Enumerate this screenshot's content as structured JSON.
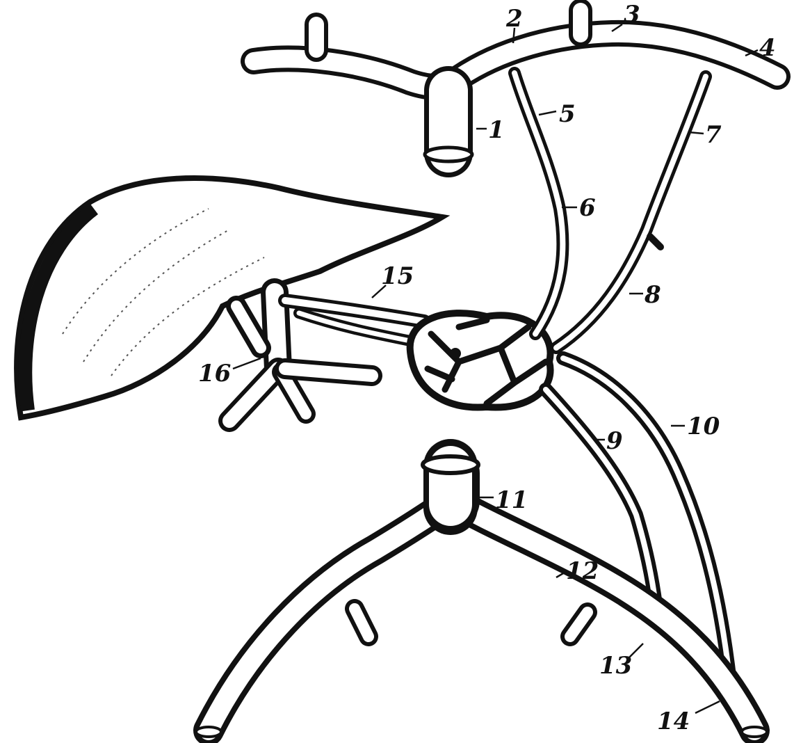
{
  "diagram": {
    "labels": {
      "l1": "1",
      "l2": "2",
      "l3": "3",
      "l4": "4",
      "l5": "5",
      "l6": "6",
      "l7": "7",
      "l8": "8",
      "l9": "9",
      "l10": "10",
      "l11": "11",
      "l12": "12",
      "l13": "13",
      "l14": "14",
      "l15": "15",
      "l16": "16"
    },
    "colors": {
      "ink": "#111111",
      "paper": "#ffffff"
    }
  }
}
